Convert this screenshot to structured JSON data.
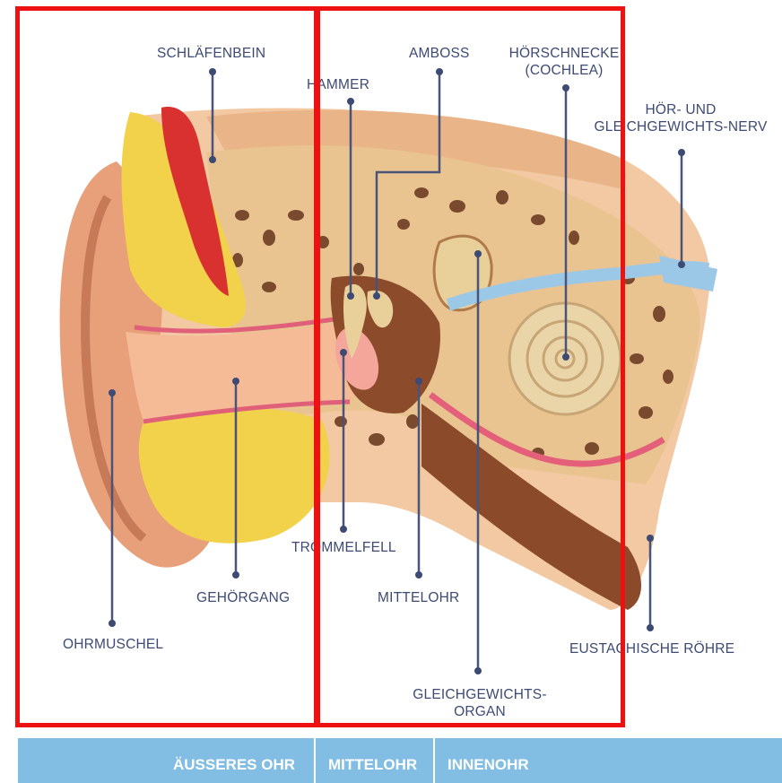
{
  "labels": {
    "schlaefenbein": "SCHLÄFENBEIN",
    "amboss": "AMBOSS",
    "hoerschnecke_1": "HÖRSCHNECKE",
    "hoerschnecke_2": "(COCHLEA)",
    "hammer": "HAMMER",
    "nerv_1": "HÖR- UND",
    "nerv_2": "GLEICHGEWICHTS-NERV",
    "trommelfell": "TROMMELFELL",
    "gehoergang": "GEHÖRGANG",
    "mittelohr": "MITTELOHR",
    "ohrmuschel": "OHRMUSCHEL",
    "eustachische": "EUSTACHISCHE RÖHRE",
    "gleichgewicht_1": "GLEICHGEWICHTS-",
    "gleichgewicht_2": "ORGAN"
  },
  "sections": {
    "aeusseres": "ÄUSSERES OHR",
    "mittel": "MITTELOHR",
    "inner": "INNENOHR"
  },
  "colors": {
    "highlight_box": "#ee1111",
    "section_bar": "#82bde3",
    "label_text": "#3d4a73",
    "leader_line": "#4a5478"
  }
}
